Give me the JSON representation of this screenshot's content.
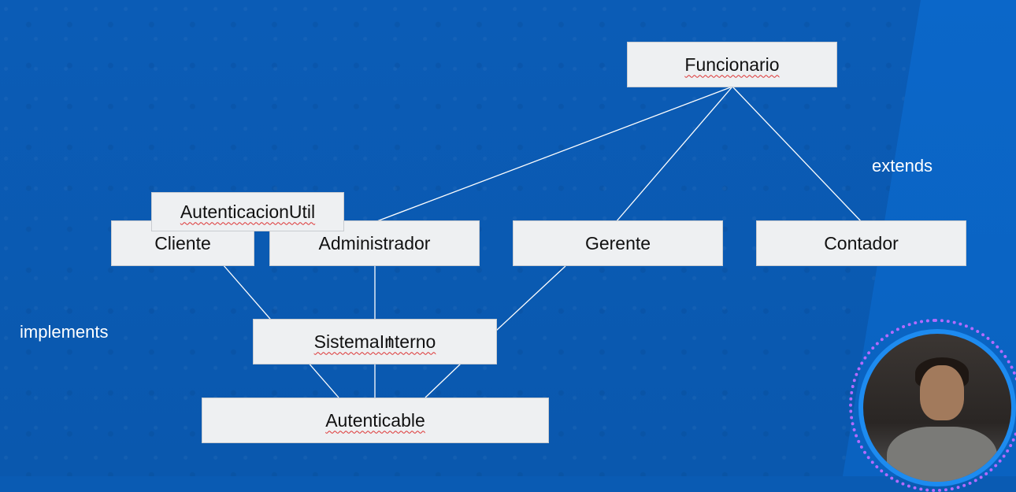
{
  "diagram": {
    "boxes": {
      "funcionario": "Funcionario",
      "autenticacion_util": "AutenticacionUtil",
      "cliente": "Cliente",
      "administrador": "Administrador",
      "gerente": "Gerente",
      "contador": "Contador",
      "sistema_interno": "SistemaInterno",
      "autenticable": "Autenticable"
    },
    "labels": {
      "extends": "extends",
      "implements": "implements"
    }
  },
  "video_overlay": {
    "icon": "presenter-webcam"
  }
}
